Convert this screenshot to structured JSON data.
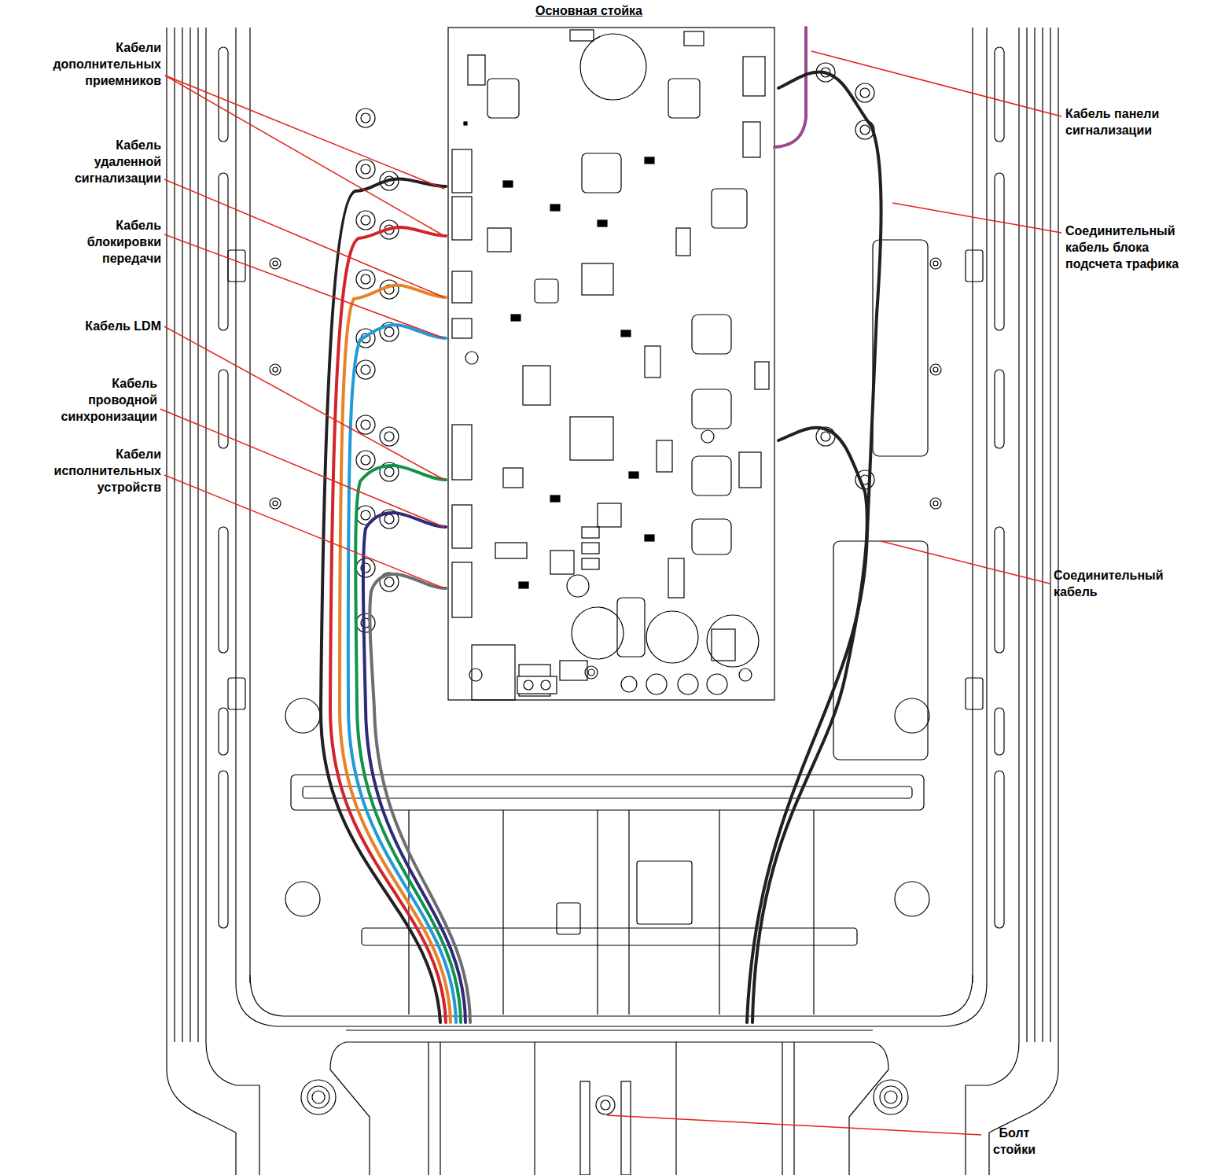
{
  "diagram": {
    "title": "Основная стойка",
    "labels": [
      "Кабели дополнительных приемников",
      "Кабель удаленной сигнализации",
      "Кабель блокировки передачи",
      "Кабель LDM",
      "Кабель проводной синхронизации",
      "Кабели исполнительных устройств",
      "Кабель панели сигнализации",
      "Соединительный кабель блока подсчета трафика",
      "Соединительный кабель",
      "Болт стойки"
    ]
  }
}
